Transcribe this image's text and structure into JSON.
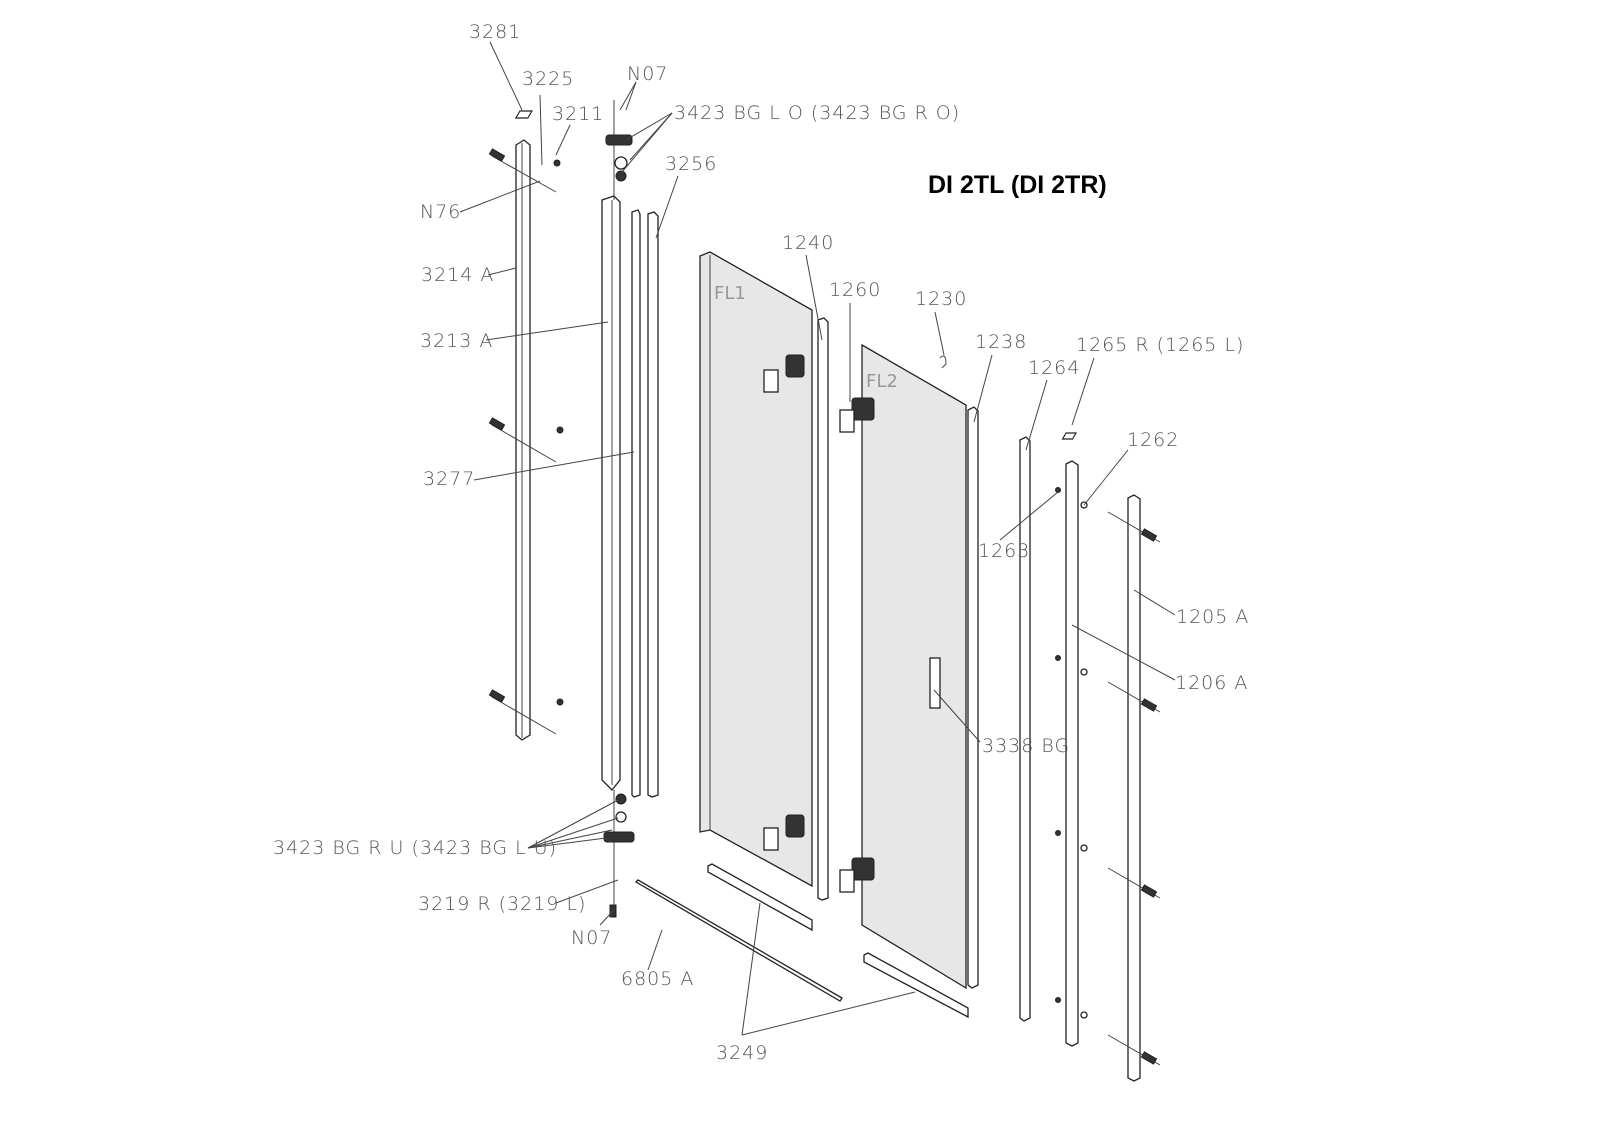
{
  "title": "DI 2TL (DI 2TR)",
  "glass_labels": {
    "fl1": "FL1",
    "fl2": "FL2"
  },
  "labels": {
    "p3281": "3281",
    "p3225": "3225",
    "p3211": "3211",
    "n07_top": "N07",
    "p3423_top": "3423 BG L O (3423 BG R O)",
    "p3256": "3256",
    "n76": "N76",
    "p3214a": "3214 A",
    "p3213a": "3213 A",
    "p3277": "3277",
    "p1240": "1240",
    "p1260": "1260",
    "p1230": "1230",
    "p1238": "1238",
    "p1264": "1264",
    "p1265r": "1265 R (1265 L)",
    "p1262": "1262",
    "p1263": "1263",
    "p1205a": "1205 A",
    "p1206a": "1206 A",
    "p3338bg": "3338 BG",
    "p3423_bottom": "3423 BG R U (3423 BG L U)",
    "p3219r": "3219 R (3219 L)",
    "n07_bottom": "N07",
    "p6805a": "6805 A",
    "p3249": "3249"
  }
}
